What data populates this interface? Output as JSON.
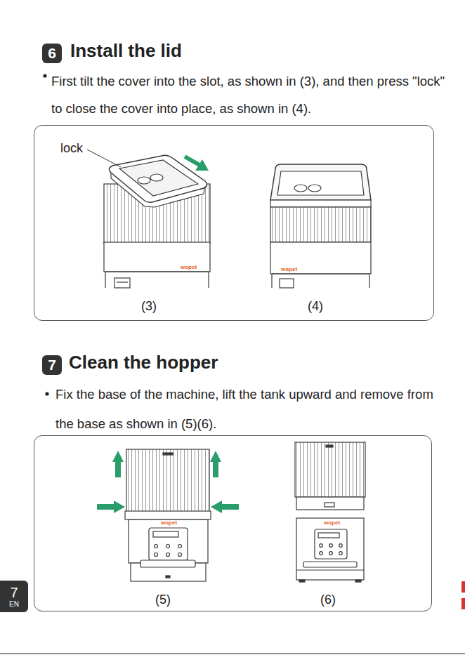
{
  "diagram": {
    "nodes": [
      {
        "text": [
          "6"
        ]
      },
      {
        "text": [
          "lock",
          "(3)",
          "(4)"
        ]
      },
      {
        "text": [
          "7"
        ]
      },
      {
        "text": [
          "(5)",
          "(6)"
        ]
      },
      {
        "text": [
          "7",
          "EN"
        ]
      }
    ],
    "labels": [
      "Install the lid",
      "First tilt the cover into the slot, as shown in (3), and then press \"lock\" to close the cover into place, as shown in (4).",
      "Clean the hopper",
      "Fix the base of the machine, lift the tank upward and remove from the base as shown in (5)(6).",
      "wopet",
      "wopet",
      "wopet",
      "wopet"
    ]
  }
}
